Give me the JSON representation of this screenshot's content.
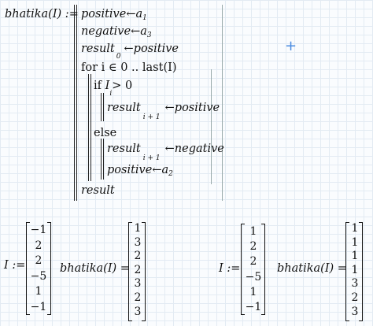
{
  "worksheet": {
    "function_def": "bhatika(I) :=",
    "program": {
      "line1": {
        "var": "positive",
        "arrow": "←",
        "val": "a",
        "sub": "1"
      },
      "line2": {
        "var": "negative",
        "arrow": "←",
        "val": "a",
        "sub": "3"
      },
      "line3": {
        "var": "result",
        "sub": "0",
        "arrow": "←",
        "val": "positive"
      },
      "for_line": "for i ∈ 0 .. last(I)",
      "if_line": {
        "kw": "if",
        "var": "I",
        "sub": "i",
        "op": "> 0"
      },
      "if_body": {
        "var": "result",
        "sub": "i + 1",
        "arrow": "←",
        "val": "positive"
      },
      "else_kw": "else",
      "else_body1": {
        "var": "result",
        "sub": "i + 1",
        "arrow": "←",
        "val": "negative"
      },
      "else_body2": {
        "var": "positive",
        "arrow": "←",
        "val": "a",
        "sub": "2"
      },
      "return_line": "result"
    },
    "eval1": {
      "assign_label": "I :=",
      "input": [
        "−1",
        "2",
        "2",
        "−5",
        "1",
        "−1"
      ],
      "call_label": "bhatika(I) =",
      "output": [
        "1",
        "3",
        "2",
        "2",
        "3",
        "2",
        "3"
      ]
    },
    "eval2": {
      "assign_label": "I :=",
      "input": [
        "1",
        "2",
        "2",
        "−5",
        "1",
        "−1"
      ],
      "call_label": "bhatika(I) =",
      "output": [
        "1",
        "1",
        "1",
        "1",
        "3",
        "2",
        "3"
      ]
    },
    "cursor_icon": "crosshair-plus",
    "colors": {
      "cursor": "#4a8be0",
      "grid": "#e3ebf3"
    }
  }
}
